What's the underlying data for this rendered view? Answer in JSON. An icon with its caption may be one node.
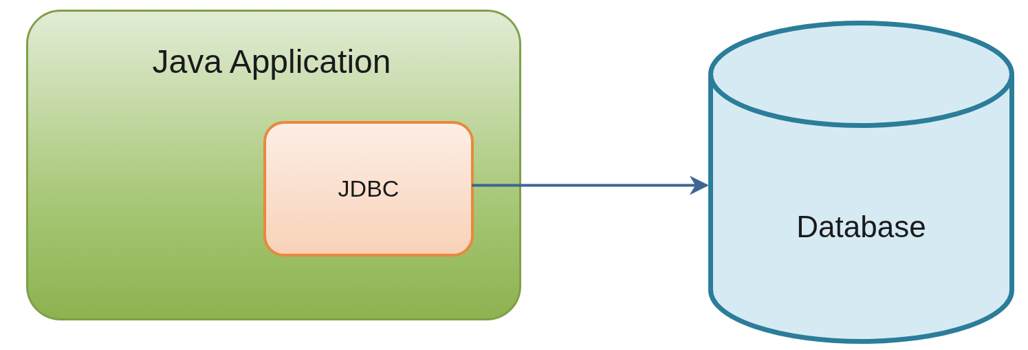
{
  "diagram": {
    "nodes": [
      {
        "text": [
          "Java Application"
        ]
      },
      {
        "text": [
          "JDBC"
        ],
        "in": 0
      },
      {
        "text": [
          "Database"
        ]
      }
    ],
    "edges": [
      {
        "from": 1,
        "to": 2,
        "arrow": "to"
      }
    ]
  }
}
